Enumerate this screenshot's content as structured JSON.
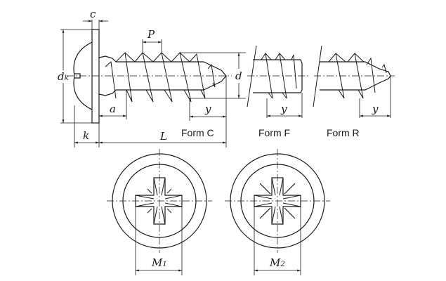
{
  "labels": {
    "c": "c",
    "p": "P",
    "dk_main": "d",
    "dk_sub": "k",
    "d": "d",
    "a": "a",
    "y_c": "y",
    "y_f": "y",
    "y_r": "y",
    "k": "k",
    "L": "L",
    "m1_main": "M",
    "m1_sub": "1",
    "m2_main": "M",
    "m2_sub": "2"
  },
  "forms": {
    "c": "Form C",
    "f": "Form F",
    "r": "Form R"
  }
}
